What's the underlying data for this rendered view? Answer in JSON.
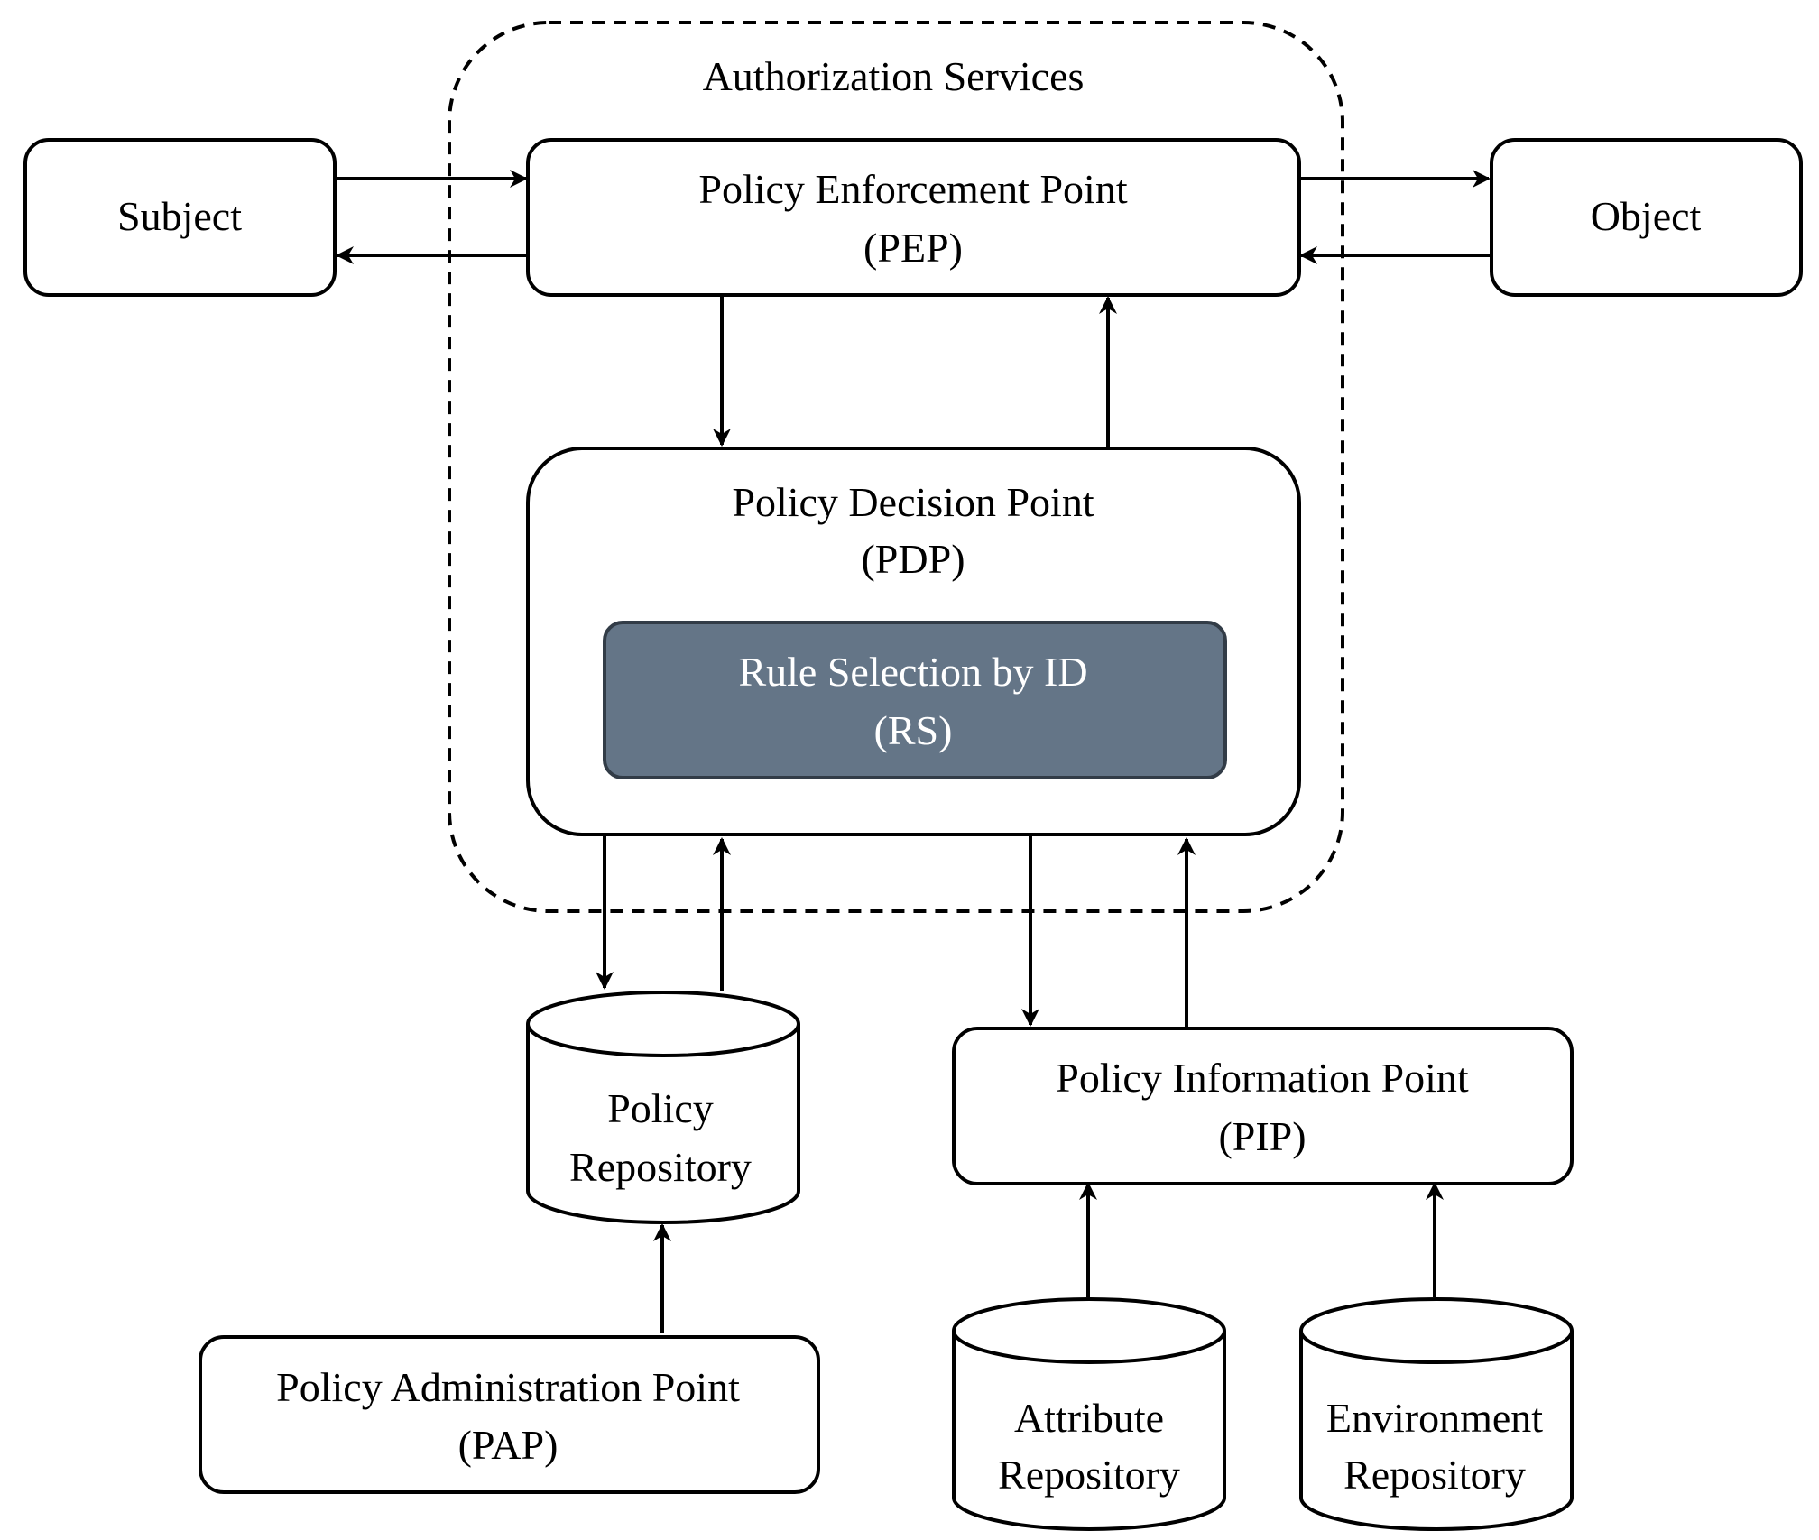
{
  "boundary": {
    "label": "Authorization Services"
  },
  "nodes": {
    "subject": {
      "line1": "Subject"
    },
    "object": {
      "line1": "Object"
    },
    "pep": {
      "line1": "Policy Enforcement Point",
      "line2": "(PEP)"
    },
    "pdp": {
      "line1": "Policy Decision Point",
      "line2": "(PDP)"
    },
    "rs": {
      "line1": "Rule Selection by ID",
      "line2": "(RS)"
    },
    "policy_repository": {
      "line1": "Policy",
      "line2": "Repository"
    },
    "pip": {
      "line1": "Policy Information Point",
      "line2": "(PIP)"
    },
    "pap": {
      "line1": "Policy Administration Point",
      "line2": "(PAP)"
    },
    "attribute_repository": {
      "line1": "Attribute",
      "line2": "Repository"
    },
    "environment_repository": {
      "line1": "Environment",
      "line2": "Repository"
    }
  },
  "edges": [
    {
      "from": "subject",
      "to": "pep"
    },
    {
      "from": "pep",
      "to": "subject"
    },
    {
      "from": "pep",
      "to": "object"
    },
    {
      "from": "object",
      "to": "pep"
    },
    {
      "from": "pep",
      "to": "pdp"
    },
    {
      "from": "pdp",
      "to": "pep"
    },
    {
      "from": "pdp",
      "to": "policy_repository"
    },
    {
      "from": "policy_repository",
      "to": "pdp"
    },
    {
      "from": "pdp",
      "to": "pip"
    },
    {
      "from": "pip",
      "to": "pdp"
    },
    {
      "from": "pap",
      "to": "policy_repository"
    },
    {
      "from": "attribute_repository",
      "to": "pip"
    },
    {
      "from": "environment_repository",
      "to": "pip"
    }
  ],
  "colors": {
    "stroke": "#000000",
    "background": "#ffffff",
    "rs_fill": "#647587",
    "rs_stroke": "#323c47",
    "rs_text": "#ffffff"
  }
}
